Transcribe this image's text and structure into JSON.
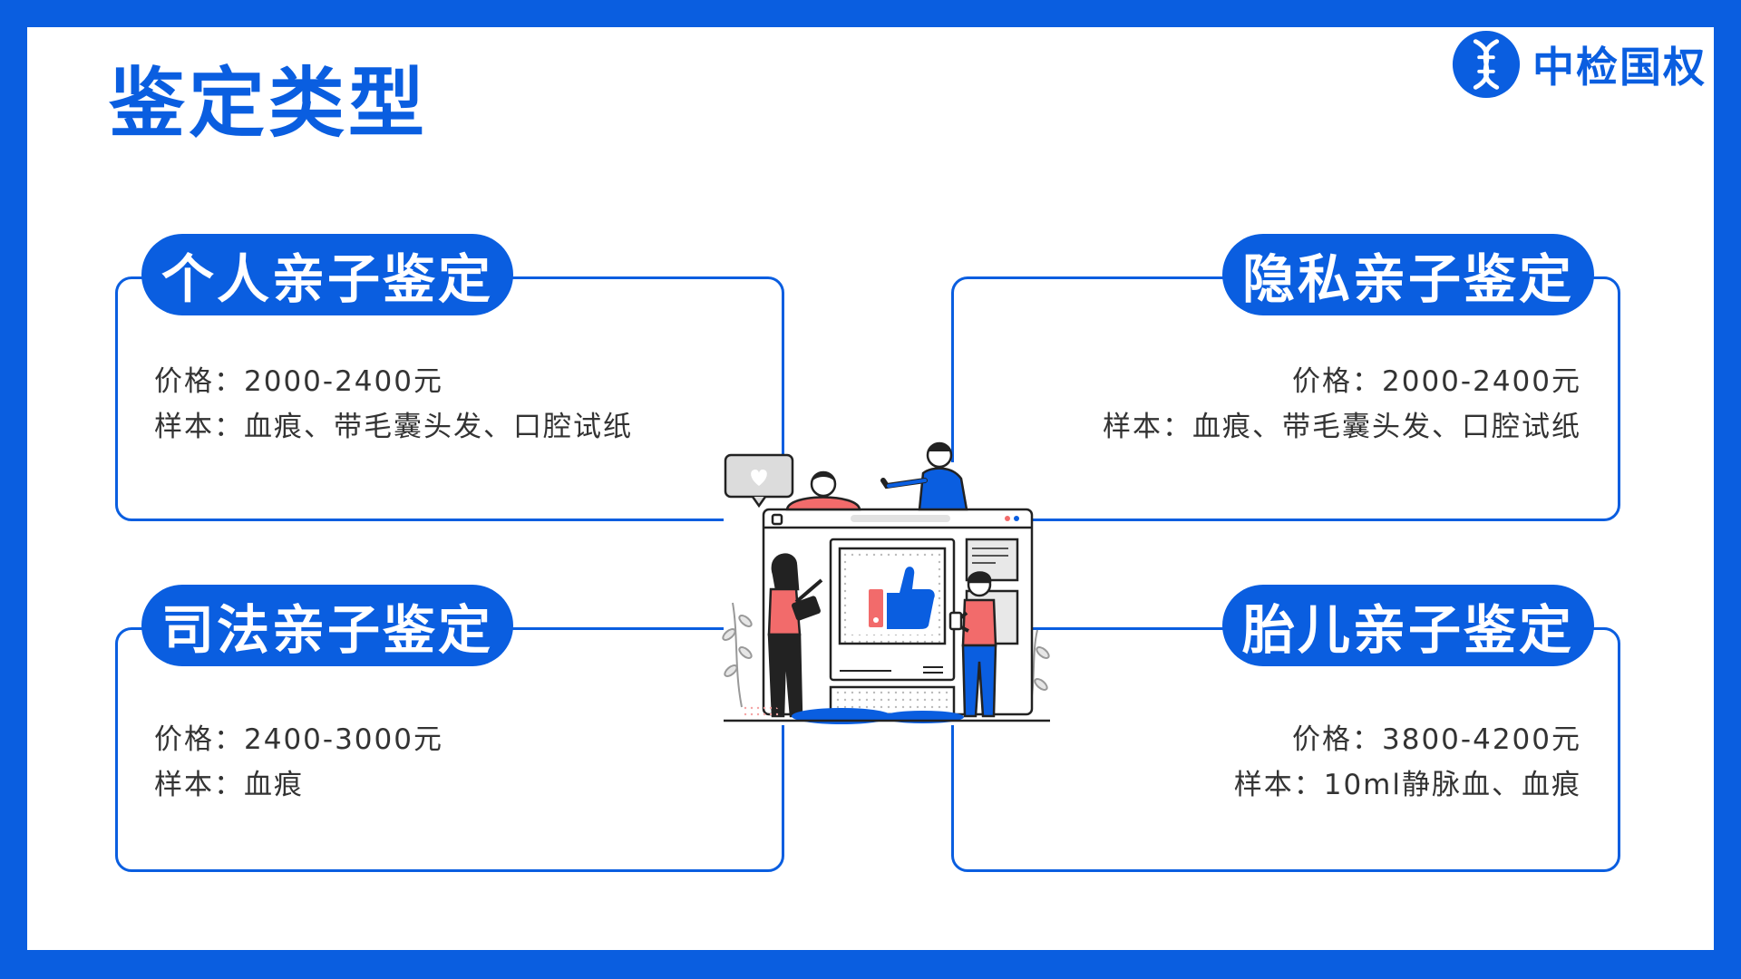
{
  "page": {
    "title": "鉴定类型"
  },
  "logo": {
    "text": "中检国权",
    "icon": "dna-helix-icon"
  },
  "cards": [
    {
      "title": "个人亲子鉴定",
      "price": "价格：2000-2400元",
      "sample": "样本：血痕、带毛囊头发、口腔试纸"
    },
    {
      "title": "隐私亲子鉴定",
      "price": "价格：2000-2400元",
      "sample": "样本：血痕、带毛囊头发、口腔试纸"
    },
    {
      "title": "司法亲子鉴定",
      "price": "价格：2400-3000元",
      "sample": "样本：血痕"
    },
    {
      "title": "胎儿亲子鉴定",
      "price": "价格：3800-4200元",
      "sample": "样本：10ml静脉血、血痕"
    }
  ],
  "colors": {
    "brand": "#0a5ee0",
    "accent": "#f26b6b",
    "text": "#333333"
  }
}
